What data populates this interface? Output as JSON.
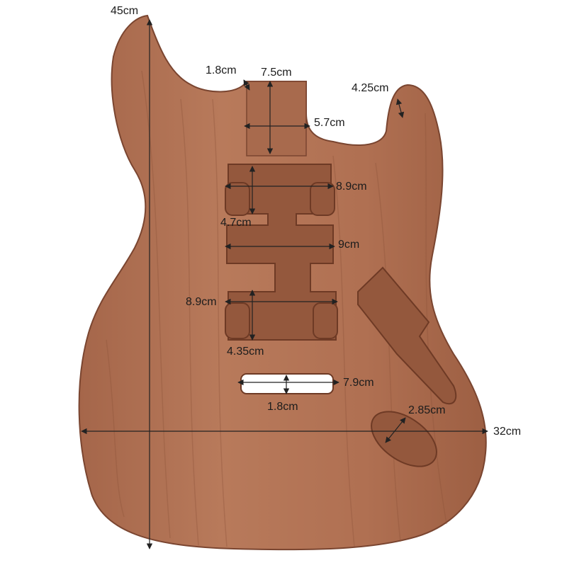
{
  "product": {
    "name": "electric-guitar-body",
    "finish": "unfinished mahogany",
    "colors": {
      "wood": "#b07052",
      "wood_dark": "#8d5238",
      "cavity": "#94583d",
      "line": "#222222"
    }
  },
  "dimensions": {
    "total_length": "45cm",
    "total_width": "32cm",
    "horn_left": "1.8cm",
    "horn_right": "4.25cm",
    "neck_pocket_length": "7.5cm",
    "neck_pocket_width": "5.7cm",
    "neck_pickup_width": "8.9cm",
    "neck_pickup_height": "4.7cm",
    "middle_pickup_width": "9cm",
    "bridge_pickup_width": "8.9cm",
    "bridge_pickup_height": "4.35cm",
    "tremolo_width": "7.9cm",
    "tremolo_height": "1.8cm",
    "jack_width": "2.85cm"
  }
}
